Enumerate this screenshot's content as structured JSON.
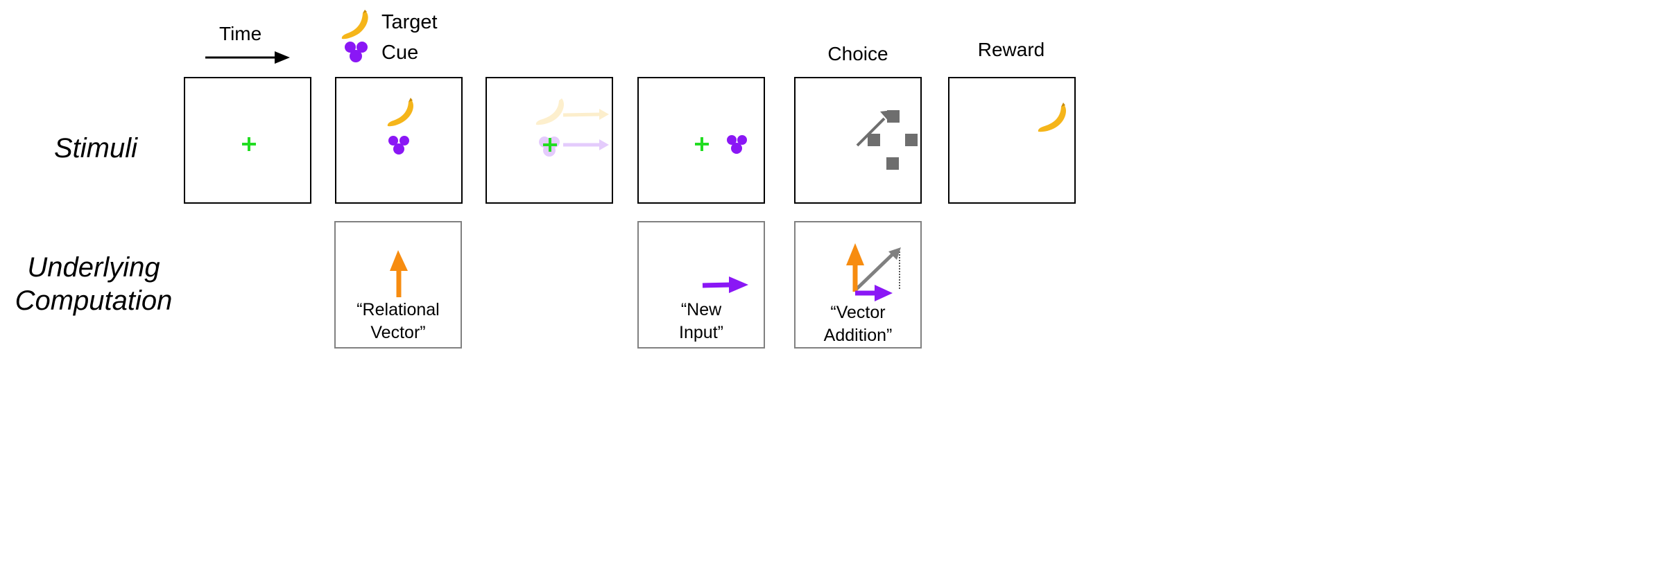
{
  "labels": {
    "time": "Time",
    "stimuli_row": "Stimuli",
    "computation_row_line1": "Underlying",
    "computation_row_line2": "Computation",
    "choice": "Choice",
    "reward": "Reward"
  },
  "legend": {
    "target": "Target",
    "cue": "Cue"
  },
  "captions": {
    "relational_vector_l1": "“Relational",
    "relational_vector_l2": "Vector”",
    "new_input_l1": "“New",
    "new_input_l2": "Input”",
    "vector_addition_l1": "“Vector",
    "vector_addition_l2": "Addition”"
  },
  "colors": {
    "fixation": "#22dd22",
    "target": "#f5b51a",
    "cue": "#8a17f5",
    "orange_arrow": "#f78c10",
    "purple_arrow": "#8a17f5",
    "gray": "#808080",
    "choice_square": "#6e6e6e"
  },
  "icons": {
    "target": "banana-icon",
    "cue": "cue-cluster-icon",
    "fixation": "fixation-cross-icon"
  }
}
